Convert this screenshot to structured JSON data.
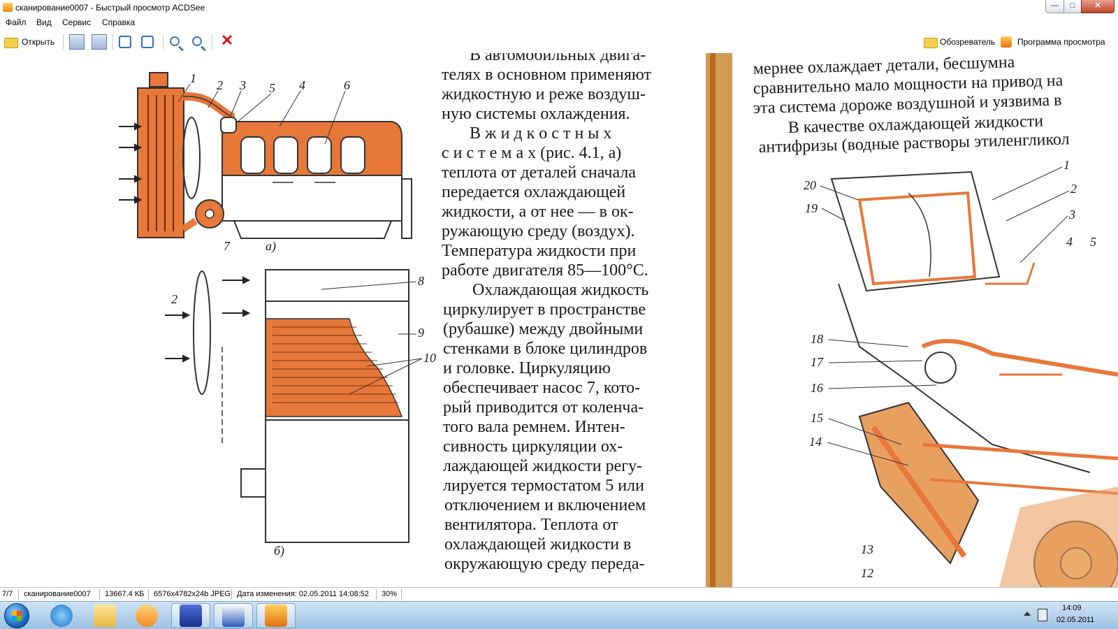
{
  "window": {
    "title": "сканирование0007 - Быстрый просмотр ACDSee",
    "min": "—",
    "max": "□",
    "close": "✕"
  },
  "menu": [
    "Файл",
    "Вид",
    "Сервис",
    "Справка"
  ],
  "toolbar": {
    "open_label": "Открыть",
    "browser_label": "Обозреватель",
    "viewer_label": "Программа просмотра"
  },
  "scan": {
    "left_text": [
      "В автомобильных двига-",
      "телях в основном применяют",
      "жидкостную и реже воздуш-",
      "ную системы охлаждения.",
      "В    ж и д к о с т н ы х",
      "с и с т е м а х  (рис. 4.1, а)",
      "теплота от деталей сначала",
      "передается   охлаждающей",
      "жидкости, а от нее — в ок-",
      "ружающую  среду  (воздух).",
      "Температура жидкости при",
      "работе двигателя 85—100°С.",
      "Охлаждающая жидкость",
      "циркулирует в пространстве",
      "(рубашке) между двойными",
      "стенками в блоке цилиндров",
      "и   головке.   Циркуляцию",
      "обеспечивает насос 7, кото-",
      "рый приводится от коленча-",
      "того вала ремнем. Интен-",
      "сивность циркуляции ох-",
      "лаждающей жидкости регу-",
      "лируется термостатом 5 или",
      "отключением и включением",
      "вентилятора.  Теплота  от",
      "охлаждающей жидкости в",
      "окружающую среду переда-"
    ],
    "right_text": [
      "мернее   охлаждает   детали,   бесшумна",
      "сравнительно мало мощности на привод на",
      "эта система дороже воздушной и уязвима в",
      "В  качестве  охлаждающей  жидкости",
      "антифризы (водные растворы этиленгликол"
    ],
    "fig_a_label": "а)",
    "fig_b_label": "б)",
    "fig_a_numbers": [
      "1",
      "2",
      "3",
      "5",
      "4",
      "6",
      "7"
    ],
    "fig_b_numbers": [
      "2",
      "8",
      "9",
      "10"
    ],
    "fig_r_numbers": [
      "20",
      "19",
      "1",
      "2",
      "3",
      "4",
      "5",
      "18",
      "17",
      "16",
      "15",
      "14",
      "13",
      "12"
    ]
  },
  "status": {
    "page": "7/7",
    "name": "сканирование0007",
    "size": "13667.4 КБ",
    "dims": "6576x4782x24b JPEG",
    "modified": "Дата изменения: 02.05.2011 14:08:52",
    "zoom": "30%"
  },
  "clock": {
    "time": "14:09",
    "date": "02.05.2011"
  },
  "colors": {
    "coolant": "#e8773a",
    "close_button": "#c2452a"
  }
}
